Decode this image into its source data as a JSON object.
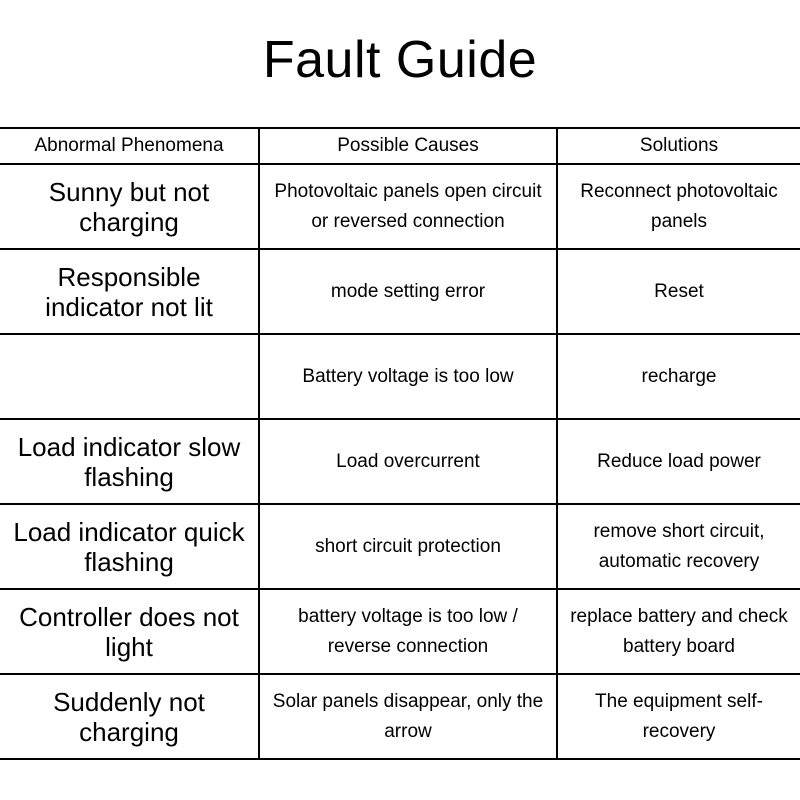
{
  "title": "Fault Guide",
  "headers": [
    "Abnormal Phenomena",
    "Possible Causes",
    "Solutions"
  ],
  "rows": [
    {
      "phenomenon": "Sunny but not charging",
      "cause": "Photovoltaic panels open circuit or reversed connection",
      "solution": "Reconnect photovoltaic panels"
    },
    {
      "phenomenon": "Responsible indicator not lit",
      "cause": "mode setting error",
      "solution": "Reset"
    },
    {
      "phenomenon": "",
      "cause": "Battery voltage is too low",
      "solution": "recharge"
    },
    {
      "phenomenon": "Load indicator slow flashing",
      "cause": "Load overcurrent",
      "solution": "Reduce load power"
    },
    {
      "phenomenon": "Load indicator quick flashing",
      "cause": "short circuit protection",
      "solution": "remove short circuit, automatic recovery"
    },
    {
      "phenomenon": "Controller does not light",
      "cause": "battery voltage is too low / reverse connection",
      "solution": "replace battery and check battery board"
    },
    {
      "phenomenon": "Suddenly not charging",
      "cause": "Solar panels disappear, only the arrow",
      "solution": "The equipment self-recovery"
    }
  ]
}
